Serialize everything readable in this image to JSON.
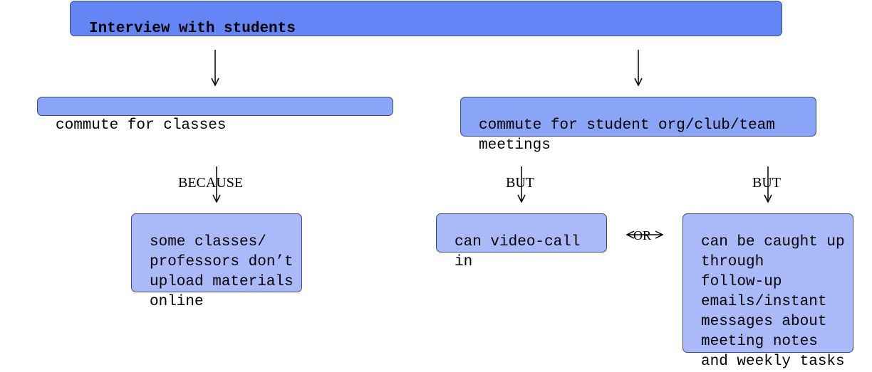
{
  "colors": {
    "root_fill": "#6385f5",
    "level2_fill": "#8aa4f6",
    "level3_fill": "#aab9f7",
    "border": "#3d4a7a"
  },
  "nodes": {
    "root": "Interview with students",
    "classes": "commute for classes",
    "meetings": "commute for student org/club/team\nmeetings",
    "materials": "some classes/\nprofessors don’t\nupload materials\nonline",
    "video": "can video-call\nin",
    "followup": "can be caught up\nthrough\nfollow-up\nemails/instant\nmessages about\nmeeting notes\nand weekly tasks"
  },
  "edge_labels": {
    "because": "BECAUSE",
    "but_left": "BUT",
    "but_right": "BUT",
    "or": "OR"
  }
}
